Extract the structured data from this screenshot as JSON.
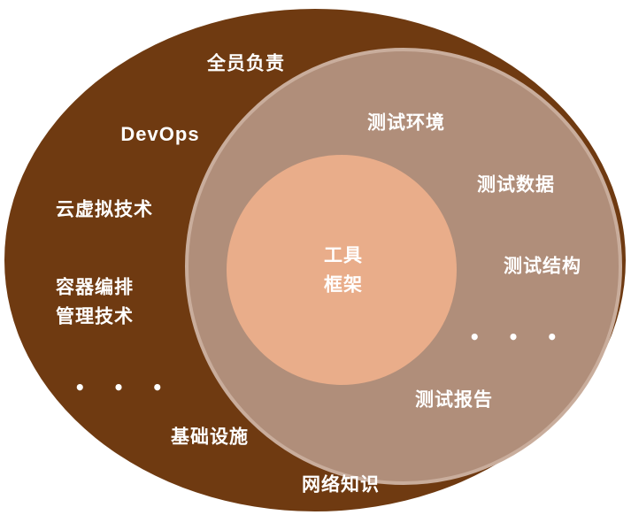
{
  "colors": {
    "outer": "#6f3a11",
    "middle": "#b08e7a",
    "middle_stroke": "#c9ad9c",
    "inner": "#e9ad8a",
    "text": "#ffffff"
  },
  "outer_labels": {
    "all_staff": "全员负责",
    "devops": "DevOps",
    "cloud_virtualization": "云虚拟技术",
    "container_orchestration_line1": "容器编排",
    "container_orchestration_line2": "管理技术",
    "ellipsis": "• • •",
    "infrastructure": "基础设施",
    "network_knowledge": "网络知识"
  },
  "middle_labels": {
    "test_environment": "测试环境",
    "test_data": "测试数据",
    "test_structure": "测试结构",
    "ellipsis": "• • •",
    "test_report": "测试报告"
  },
  "inner_labels": {
    "tools": "工具",
    "framework": "框架"
  }
}
